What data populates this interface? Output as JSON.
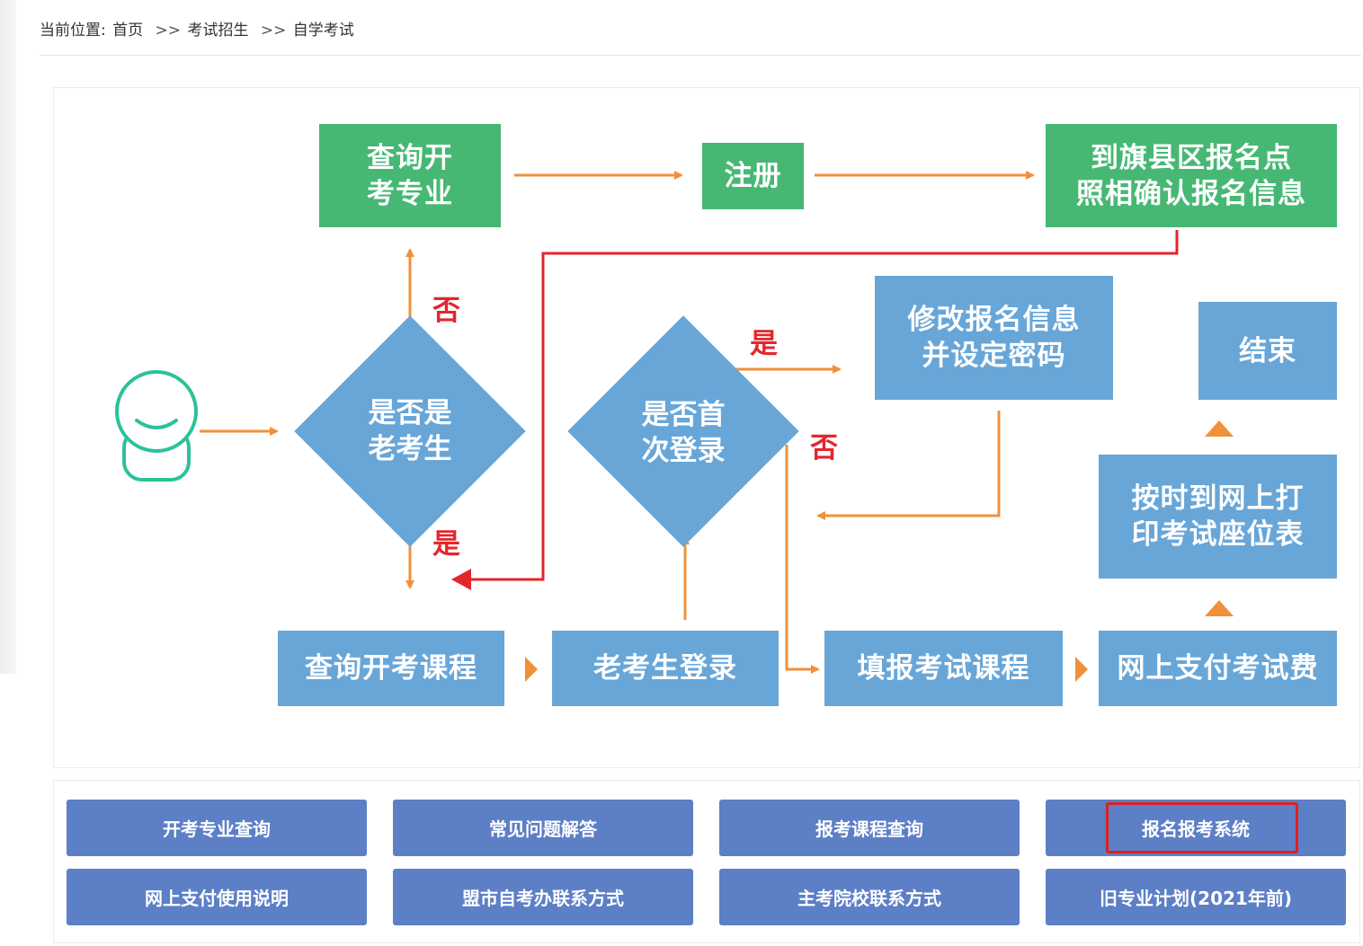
{
  "breadcrumb": {
    "prefix": "当前位置:",
    "sep": ">>",
    "items": [
      "首页",
      "考试招生",
      "自学考试"
    ]
  },
  "flow": {
    "query_major": "查询开\n考专业",
    "register": "注册",
    "confirm_photo": "到旗县区报名点\n照相确认报名信息",
    "modify_info": "修改报名信息\n并设定密码",
    "end": "结束",
    "print_seat": "按时到网上打\n印考试座位表",
    "query_course": "查询开考课程",
    "old_login": "老考生登录",
    "fill_course": "填报考试课程",
    "pay_fee": "网上支付考试费",
    "decision_old": "是否是\n老考生",
    "decision_first": "是否首\n次登录",
    "yes": "是",
    "no": "否"
  },
  "buttons": {
    "row1": [
      "开考专业查询",
      "常见问题解答",
      "报考课程查询",
      "报名报考系统"
    ],
    "row2": [
      "网上支付使用说明",
      "盟市自考办联系方式",
      "主考院校联系方式",
      "旧专业计划(2021年前)"
    ]
  },
  "colors": {
    "green": "#47b874",
    "blue": "#68a6d8",
    "orange": "#f0903b",
    "red": "#e3262d",
    "button": "#5d7fc6"
  }
}
